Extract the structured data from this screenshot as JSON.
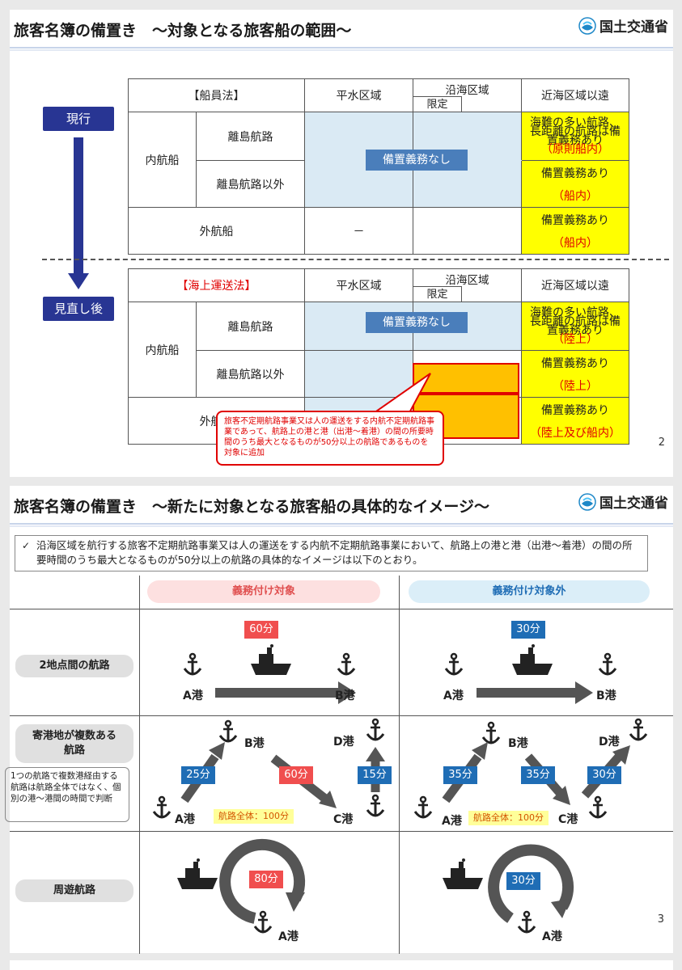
{
  "logo": {
    "text": "国土交通省"
  },
  "slide1": {
    "title": "旅客名簿の備置き　～対象となる旅客船の範囲～",
    "page": "2",
    "label_current": "現行",
    "label_after": "見直し後",
    "upper": {
      "law": "【船員法】",
      "col_heisui": "平水区域",
      "col_engan": "沿海区域",
      "col_engan_sub": "限定",
      "col_kinkai": "近海区域以遠",
      "row_naiko": "内航船",
      "row_ritou": "離島航路",
      "row_ritou_igai": "離島航路以外",
      "row_gaiko": "外航船",
      "no_duty": "備置義務なし",
      "dash": "－",
      "kinkai_ritou_a": "海難の多い航路、長距離の航路は備置義務あり",
      "kinkai_ritou_b": "（原則船内）",
      "duty": "備置義務あり",
      "place_ship": "（船内）"
    },
    "lower": {
      "law": "【海上運送法】",
      "col_heisui": "平水区域",
      "col_engan": "沿海区域",
      "col_engan_sub": "限定",
      "col_kinkai": "近海区域以遠",
      "row_naiko": "内航船",
      "row_ritou": "離島航路",
      "row_ritou_igai": "離島航路以外",
      "row_gaiko": "外航船",
      "no_duty": "備置義務なし",
      "kinkai_ritou_a": "海難の多い航路、長距離の航路は備置義務あり",
      "kinkai_ritou_b": "（陸上）",
      "duty": "備置義務あり",
      "place_land": "（陸上）",
      "place_both": "（陸上及び船内）",
      "callout": "旅客不定期航路事業又は人の運送をする内航不定期航路事業であって、航路上の港と港（出港～着港）の間の所要時間のうち最大となるものが50分以上の航路であるものを対象に追加"
    }
  },
  "slide2": {
    "title": "旅客名簿の備置き　～新たに対象となる旅客船の具体的なイメージ～",
    "page": "3",
    "note": "沿海区域を航行する旅客不定期航路事業又は人の運送をする内航不定期航路事業において、航路上の港と港（出港～着港）の間の所要時間のうち最大となるものが50分以上の航路の具体的なイメージは以下のとおり。",
    "col_target": "義務付け対象",
    "col_nontarget": "義務付け対象外",
    "row1": "2地点間の航路",
    "row2_a": "寄港地が複数ある",
    "row2_b": "航路",
    "row3": "周遊航路",
    "side_note": "1つの航路で複数港経由する航路は航路全体ではなく、個別の港～港間の時間で判断",
    "r1_target_time": "60分",
    "r1_non_time": "30分",
    "port_a": "A港",
    "port_b": "B港",
    "port_c": "C港",
    "port_d": "D港",
    "r2_t_ab": "25分",
    "r2_t_bc": "60分",
    "r2_t_cd": "15分",
    "r2_n_ab": "35分",
    "r2_n_bc": "35分",
    "r2_n_cd": "30分",
    "total": "航路全体：100分",
    "r3_target_time": "80分",
    "r3_non_time": "30分"
  },
  "colors": {
    "navy": "#283593",
    "yellow": "#ffff00",
    "orange": "#ffc000",
    "red": "#e00000",
    "lightblue": "#daeaf4"
  }
}
